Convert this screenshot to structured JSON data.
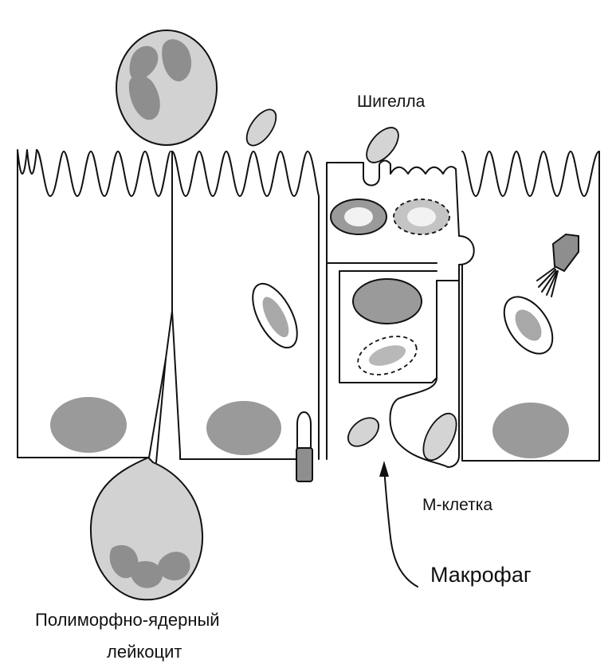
{
  "labels": {
    "shigella": "Шигелла",
    "m_cell": "М-клетка",
    "macrophage": "Макрофаг",
    "pmn_line1": "Полиморфно-ядерный",
    "pmn_line2": "лейкоцит"
  },
  "colors": {
    "outline": "#111111",
    "cell_fill": "#ffffff",
    "nucleus_fill": "#9a9a9a",
    "bacterium_fill": "#d4d4d4",
    "leukocyte_fill": "#d2d2d2",
    "leukocyte_nucleus": "#8e8e8e"
  }
}
